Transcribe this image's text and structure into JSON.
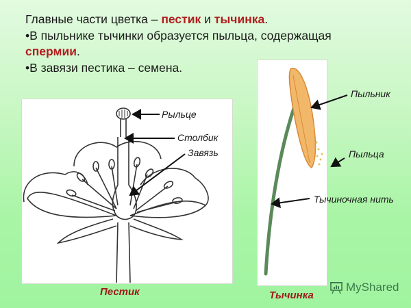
{
  "slide": {
    "lines": [
      {
        "parts": [
          "Главные части цветка – ",
          "пестик",
          " и ",
          "тычинка",
          "."
        ]
      },
      {
        "parts": [
          "•В пыльнике тычинки образуется пыльца, содержащая"
        ]
      },
      {
        "parts": [
          "спермии",
          "."
        ]
      },
      {
        "parts": [
          "•В завязи пестика – семена."
        ]
      }
    ]
  },
  "pistil_figure": {
    "caption": "Пестик",
    "labels": {
      "stigma": "Рыльце",
      "style": "Столбик",
      "ovary": "Завязь"
    }
  },
  "stamen_figure": {
    "caption": "Тычинка",
    "labels": {
      "anther": "Пыльник",
      "pollen": "Пыльца",
      "filament": "Тычиночная нить"
    }
  },
  "watermark": {
    "text": "MyShared",
    "icon": "presentation-board-icon"
  },
  "colors": {
    "highlight": "#b11e1e",
    "caption": "#9c1a1a",
    "background": "#a9f5a6"
  }
}
